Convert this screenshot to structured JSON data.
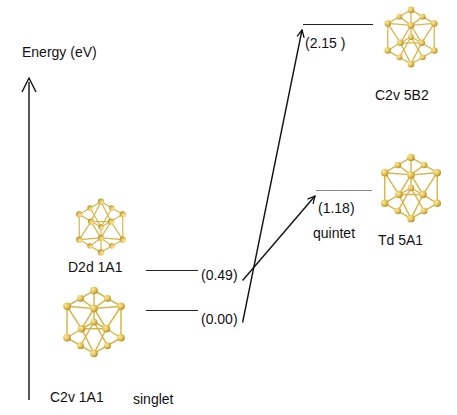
{
  "diagram": {
    "nodes": [
      {
        "text": [
          "(2.15 )",
          "C2v 5B2"
        ]
      },
      {
        "text": [
          "(1.18)",
          "Td 5A1"
        ]
      },
      {
        "text": [
          "(0.49)",
          "D2d 1A1"
        ]
      },
      {
        "text": [
          "(0.00)",
          "C2v 1A1"
        ]
      }
    ],
    "edges": [
      {
        "from": 3,
        "to": 0,
        "arrow": "to"
      },
      {
        "from": 2,
        "to": 1,
        "arrow": "to"
      }
    ],
    "labels": [
      "Energy (eV)",
      "quintet",
      "singlet"
    ]
  }
}
